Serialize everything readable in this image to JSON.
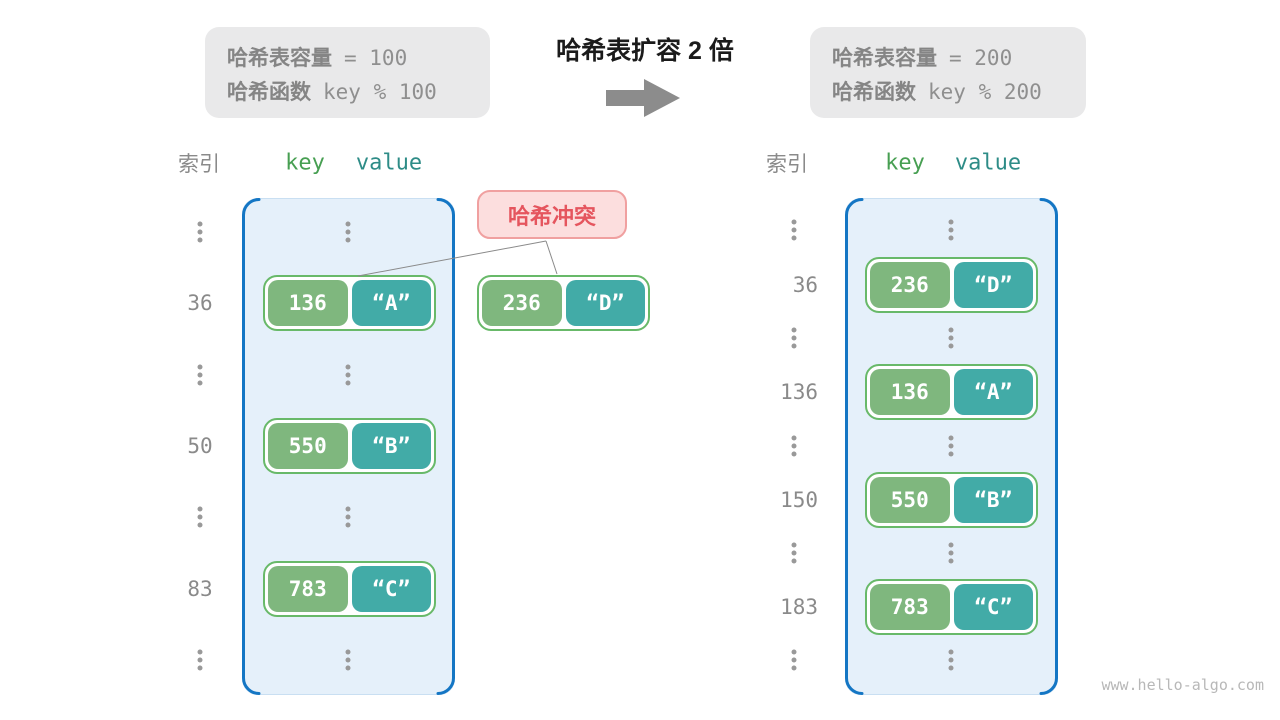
{
  "top": {
    "before": {
      "line1_label": "哈希表容量",
      "line1_value": "= 100",
      "line2_label": "哈希函数",
      "line2_value": "key % 100"
    },
    "title": "哈希表扩容 2 倍",
    "after": {
      "line1_label": "哈希表容量",
      "line1_value": "= 200",
      "line2_label": "哈希函数",
      "line2_value": "key % 200"
    }
  },
  "collision": {
    "label": "哈希冲突",
    "pair": {
      "key": "236",
      "value": "“D”"
    }
  },
  "left_table": {
    "headers": {
      "index": "索引",
      "key": "key",
      "value": "value"
    },
    "rows": [
      {
        "type": "dots"
      },
      {
        "type": "pair",
        "index": "36",
        "key": "136",
        "value": "“A”"
      },
      {
        "type": "dots"
      },
      {
        "type": "pair",
        "index": "50",
        "key": "550",
        "value": "“B”"
      },
      {
        "type": "dots"
      },
      {
        "type": "pair",
        "index": "83",
        "key": "783",
        "value": "“C”"
      },
      {
        "type": "dots"
      }
    ]
  },
  "right_table": {
    "headers": {
      "index": "索引",
      "key": "key",
      "value": "value"
    },
    "rows": [
      {
        "type": "dots"
      },
      {
        "type": "pair",
        "index": "36",
        "key": "236",
        "value": "“D”"
      },
      {
        "type": "dots"
      },
      {
        "type": "pair",
        "index": "136",
        "key": "136",
        "value": "“A”"
      },
      {
        "type": "dots"
      },
      {
        "type": "pair",
        "index": "150",
        "key": "550",
        "value": "“B”"
      },
      {
        "type": "dots"
      },
      {
        "type": "pair",
        "index": "183",
        "key": "783",
        "value": "“C”"
      },
      {
        "type": "dots"
      }
    ]
  },
  "watermark": "www.hello-algo.com",
  "colors": {
    "container_fill": "#e5f0fa",
    "container_bracket": "#1476c4",
    "key_fill": "#7fb77e",
    "value_fill": "#42aba7",
    "pair_border": "#68b969",
    "collision_bg": "#fcdede",
    "collision_border": "#f0a0a0",
    "collision_text": "#e5555e",
    "gray_text": "#8a8a8a",
    "arrow_gray": "#8c8c8c"
  }
}
